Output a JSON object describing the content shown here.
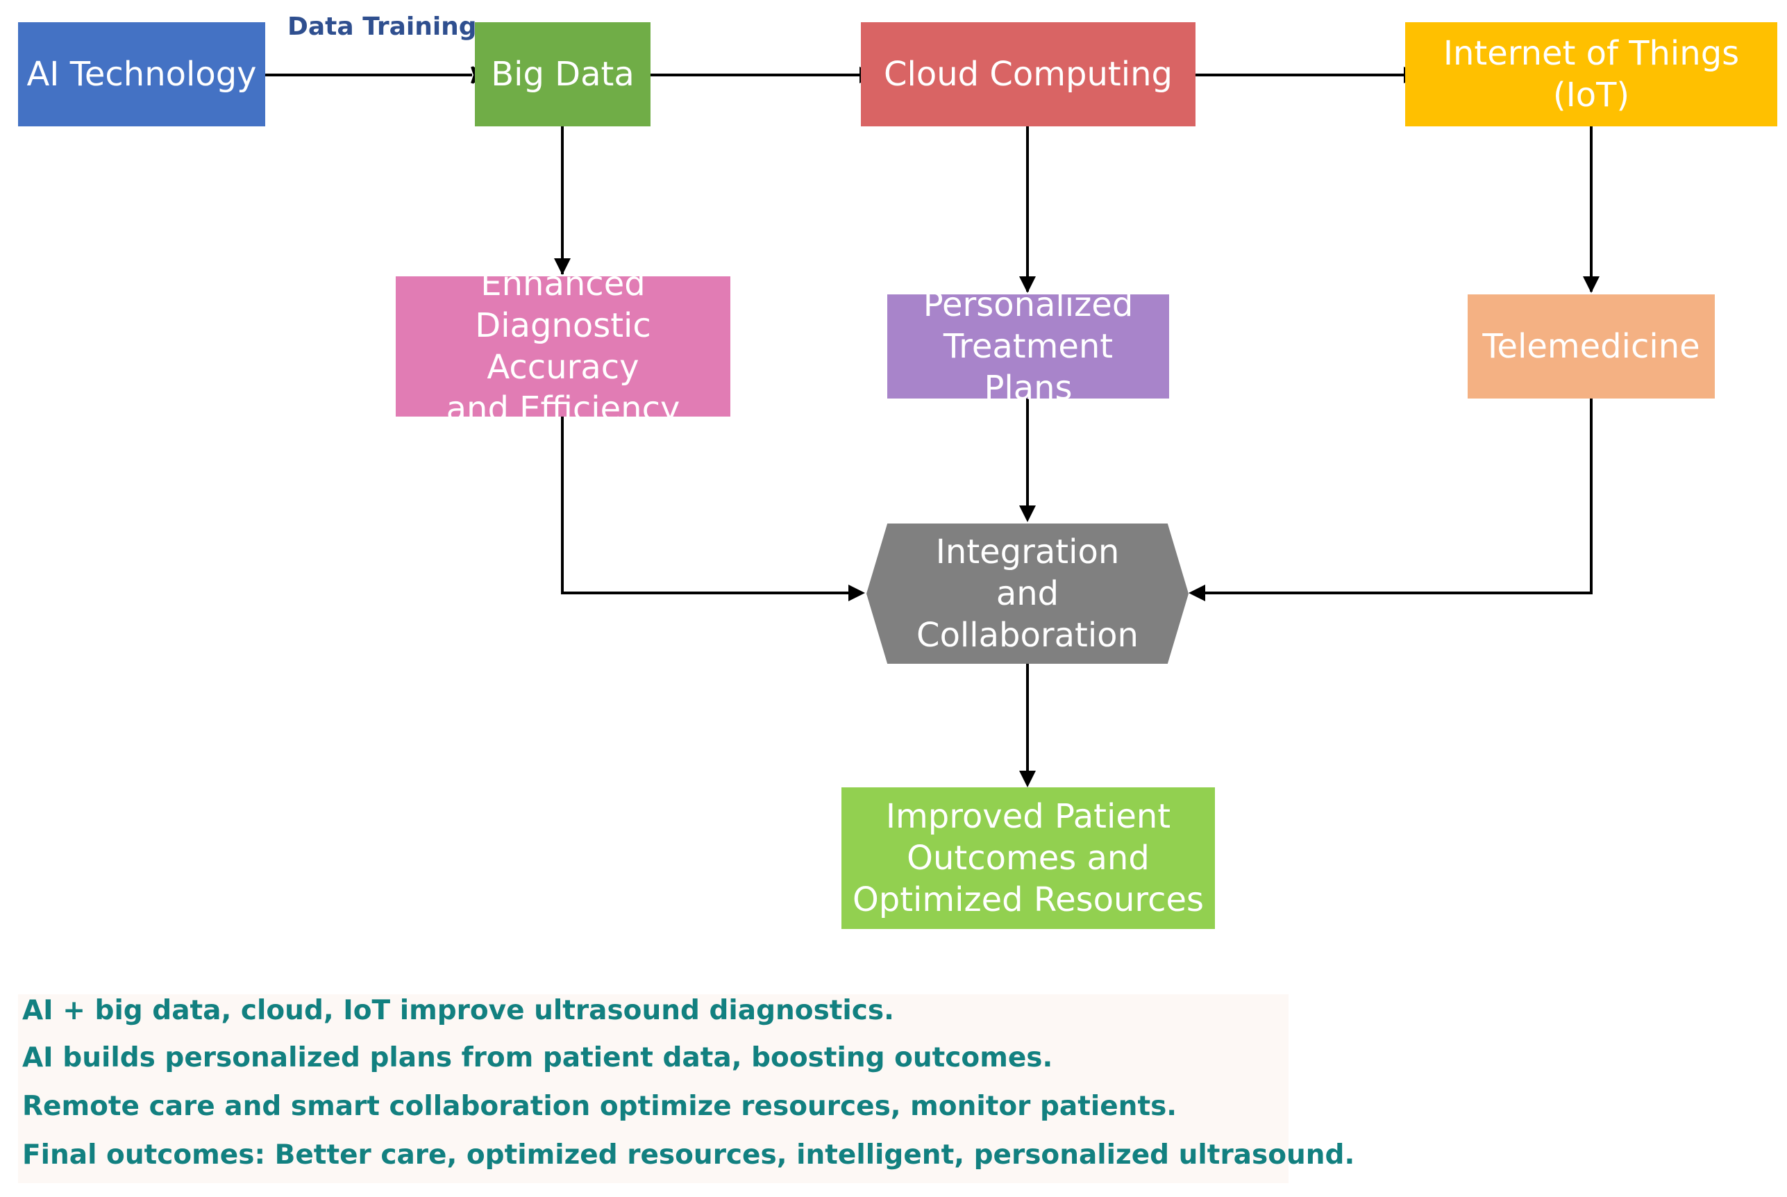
{
  "nodes": {
    "ai_technology": {
      "label": "AI Technology",
      "color": "#4472C4"
    },
    "big_data": {
      "label": "Big Data",
      "color": "#70AD47"
    },
    "cloud_computing": {
      "label": "Cloud Computing",
      "color": "#D96464"
    },
    "iot": {
      "label": "Internet of Things (IoT)",
      "color": "#FFC000"
    },
    "enhanced_diagnostic": {
      "label": "Enhanced\nDiagnostic Accuracy\nand Efficiency",
      "color": "#E17CB4"
    },
    "personalized_treatment": {
      "label": "Personalized\nTreatment Plans",
      "color": "#A884CA"
    },
    "telemedicine": {
      "label": "Telemedicine",
      "color": "#F4B183"
    },
    "integration": {
      "label": "Integration\nand\nCollaboration",
      "color": "#808080"
    },
    "improved_outcomes": {
      "label": "Improved Patient\nOutcomes and\nOptimized Resources",
      "color": "#92D050"
    }
  },
  "edges": {
    "data_training_label": "Data Training"
  },
  "notes": [
    "AI + big data, cloud, IoT improve ultrasound diagnostics.",
    "AI builds personalized plans from patient data, boosting outcomes.",
    "Remote care and smart collaboration optimize resources, monitor patients.",
    "Final outcomes: Better care, optimized resources, intelligent, personalized ultrasound."
  ],
  "colors": {
    "note_text": "#128080",
    "note_background": "#FDF8F5",
    "edge_label": "#2F4F8F",
    "arrow": "#000000"
  }
}
